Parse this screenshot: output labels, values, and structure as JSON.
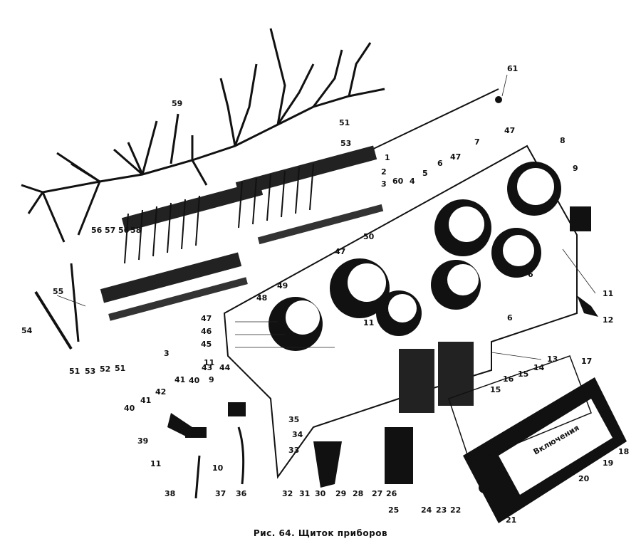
{
  "caption": "Рис. 64. Щиток приборов",
  "part_numbers": [
    "1",
    "2",
    "3",
    "3",
    "4",
    "5",
    "6",
    "6",
    "6",
    "7",
    "8",
    "9",
    "9",
    "11",
    "11",
    "11",
    "11",
    "12",
    "13",
    "14",
    "15",
    "15",
    "16",
    "17",
    "18",
    "19",
    "20",
    "21",
    "22",
    "23",
    "24",
    "25",
    "26",
    "27",
    "28",
    "29",
    "30",
    "31",
    "32",
    "33",
    "34",
    "35",
    "36",
    "37",
    "38",
    "39",
    "40",
    "40",
    "41",
    "41",
    "42",
    "43",
    "44",
    "45",
    "46",
    "47",
    "47",
    "47",
    "47",
    "48",
    "49",
    "50",
    "51",
    "51",
    "51",
    "52",
    "53",
    "53",
    "54",
    "55",
    "56",
    "56",
    "57",
    "58",
    "59",
    "60",
    "61",
    "10"
  ],
  "panel_label": "Включения"
}
